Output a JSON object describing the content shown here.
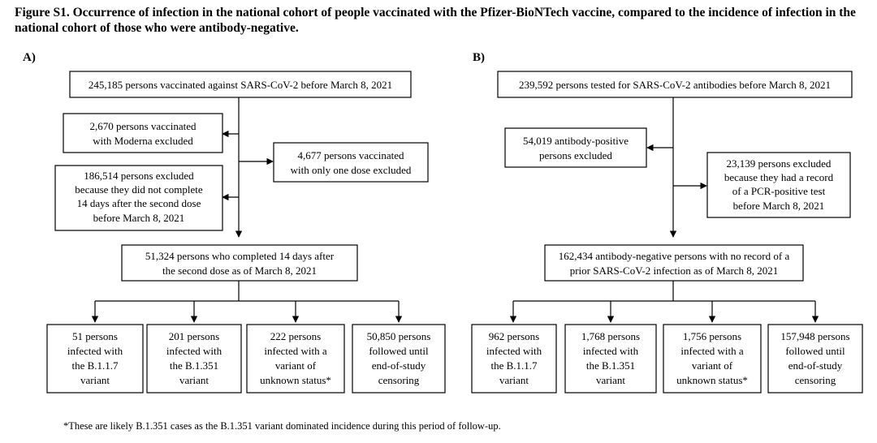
{
  "title": "Figure S1. Occurrence of infection in the national cohort of people vaccinated with the Pfizer-BioNTech vaccine, compared to the incidence of infection in the national cohort of those who were antibody-negative.",
  "panel_a": {
    "label": "A)",
    "top": "245,185 persons vaccinated against SARS-CoV-2 before March 8, 2021",
    "excl_moderna": [
      "2,670 persons vaccinated",
      "with Moderna excluded"
    ],
    "excl_one_dose": [
      "4,677 persons vaccinated",
      "with only one dose excluded"
    ],
    "excl_14days": [
      "186,514 persons excluded",
      "because they did not complete",
      "14 days after the second dose",
      "before March 8, 2021"
    ],
    "completed": [
      "51,324 persons who completed 14 days after",
      "the second dose as of March 8, 2021"
    ],
    "out1": [
      "51 persons",
      "infected with",
      "the B.1.1.7",
      "variant"
    ],
    "out2": [
      "201 persons",
      "infected with",
      "the B.1.351",
      "variant"
    ],
    "out3": [
      "222 persons",
      "infected with a",
      "variant of",
      "unknown status*"
    ],
    "out4": [
      "50,850 persons",
      "followed until",
      "end-of-study",
      "censoring"
    ]
  },
  "panel_b": {
    "label": "B)",
    "top": "239,592 persons tested for SARS-CoV-2 antibodies before March 8, 2021",
    "excl_antibody": [
      "54,019 antibody-positive",
      "persons excluded"
    ],
    "excl_pcr": [
      "23,139 persons excluded",
      "because they had a record",
      "of a PCR-positive test",
      "before March 8, 2021"
    ],
    "negative": [
      "162,434 antibody-negative persons with no record of a",
      "prior SARS-CoV-2 infection as of March 8, 2021"
    ],
    "out1": [
      "962 persons",
      "infected with",
      "the B.1.1.7",
      "variant"
    ],
    "out2": [
      "1,768 persons",
      "infected with",
      "the B.1.351",
      "variant"
    ],
    "out3": [
      "1,756 persons",
      "infected with a",
      "variant of",
      "unknown status*"
    ],
    "out4": [
      "157,948 persons",
      "followed until",
      "end-of-study",
      "censoring"
    ]
  },
  "footnote": "*These are likely B.1.351 cases as the B.1.351 variant dominated incidence during this period of follow-up."
}
